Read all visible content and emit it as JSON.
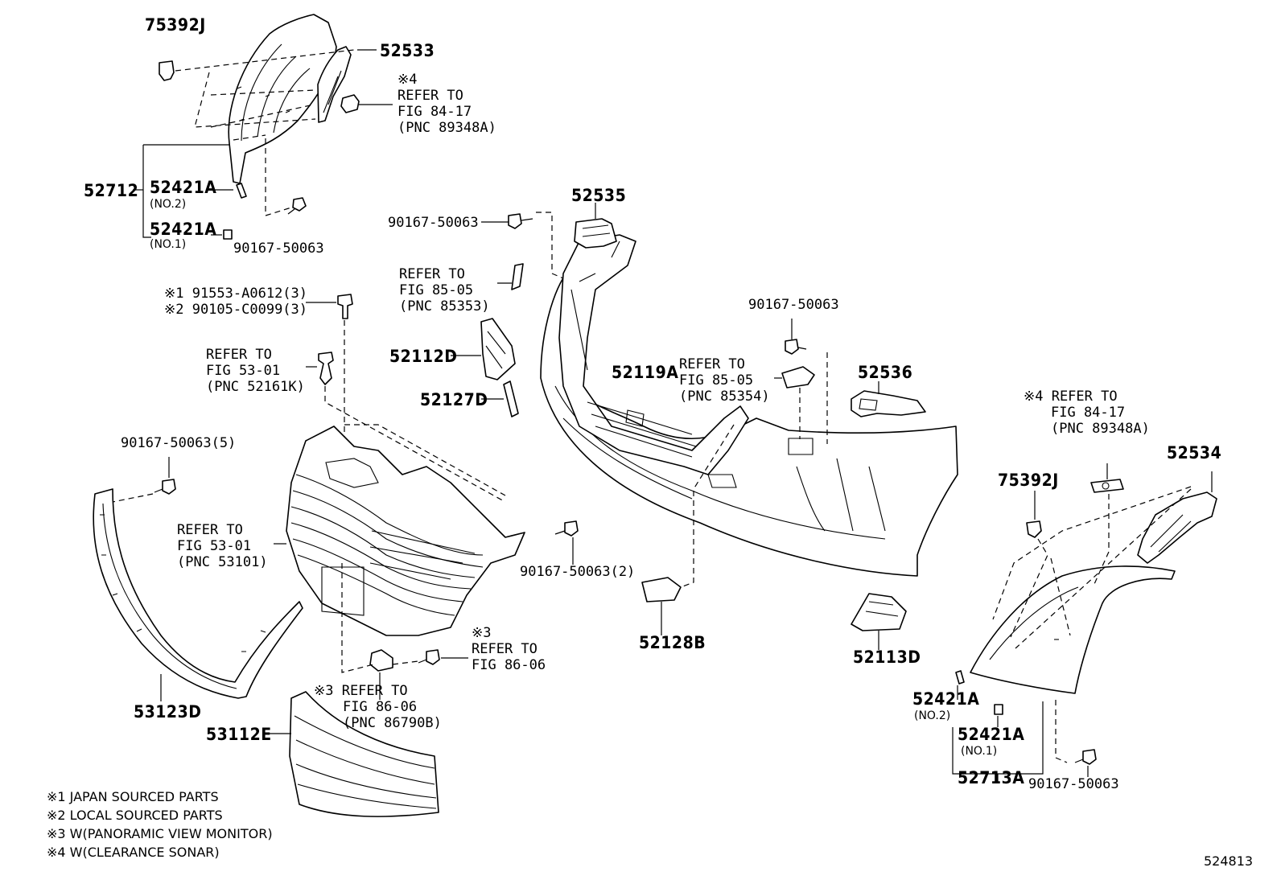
{
  "diagram_id": "524813",
  "parts": {
    "p75392J_top": "75392J",
    "p52533": "52533",
    "ref_top_note_mark": "※4",
    "ref_top_1": "REFER TO",
    "ref_top_2": "FIG 84-17",
    "ref_top_3": "(PNC 89348A)",
    "p52712": "52712",
    "p52421A_no2": "52421A",
    "p52421A_no2_sub": "(NO.2)",
    "p52421A_no1": "52421A",
    "p52421A_no1_sub": "(NO.1)",
    "p90167_top": "90167-50063",
    "bolt_note1": "※1 91553-A0612(3)",
    "bolt_note2": "※2 90105-C0099(3)",
    "ref_53_01a_1": "REFER TO",
    "ref_53_01a_2": "FIG 53-01",
    "ref_53_01a_3": "(PNC 52161K)",
    "p90167_5": "90167-50063(5)",
    "ref_53_01b_1": "REFER TO",
    "ref_53_01b_2": "FIG 53-01",
    "ref_53_01b_3": "(PNC 53101)",
    "p90167_2": "90167-50063(2)",
    "ref_86_06a_mark": "※3",
    "ref_86_06a_1": "REFER TO",
    "ref_86_06a_2": "FIG 86-06",
    "ref_86_06b_1": "※3 REFER TO",
    "ref_86_06b_2": "FIG 86-06",
    "ref_86_06b_3": "(PNC 86790B)",
    "p53123D": "53123D",
    "p53112E": "53112E",
    "p90167_mid": "90167-50063",
    "ref_85_05a_1": "REFER TO",
    "ref_85_05a_2": "FIG 85-05",
    "ref_85_05a_3": "(PNC 85353)",
    "p52535": "52535",
    "p52112D": "52112D",
    "p52127D": "52127D",
    "p52119A": "52119A",
    "p90167_right": "90167-50063",
    "ref_85_05b_1": "REFER TO",
    "ref_85_05b_2": "FIG 85-05",
    "ref_85_05b_3": "(PNC 85354)",
    "p52536": "52536",
    "p52128B": "52128B",
    "p52113D": "52113D",
    "ref_right_1": "※4 REFER TO",
    "ref_right_2": "FIG 84-17",
    "ref_right_3": "(PNC 89348A)",
    "p52534": "52534",
    "p75392J_right": "75392J",
    "p52421A_r_no2": "52421A",
    "p52421A_r_no2_sub": "(NO.2)",
    "p52421A_r_no1": "52421A",
    "p52421A_r_no1_sub": "(NO.1)",
    "p52713A": "52713A",
    "p90167_bottom": "90167-50063"
  },
  "legend": {
    "n1": "※1 JAPAN SOURCED PARTS",
    "n2": "※2 LOCAL SOURCED PARTS",
    "n3": "※3 W(PANORAMIC VIEW MONITOR)",
    "n4": "※4 W(CLEARANCE SONAR)"
  }
}
